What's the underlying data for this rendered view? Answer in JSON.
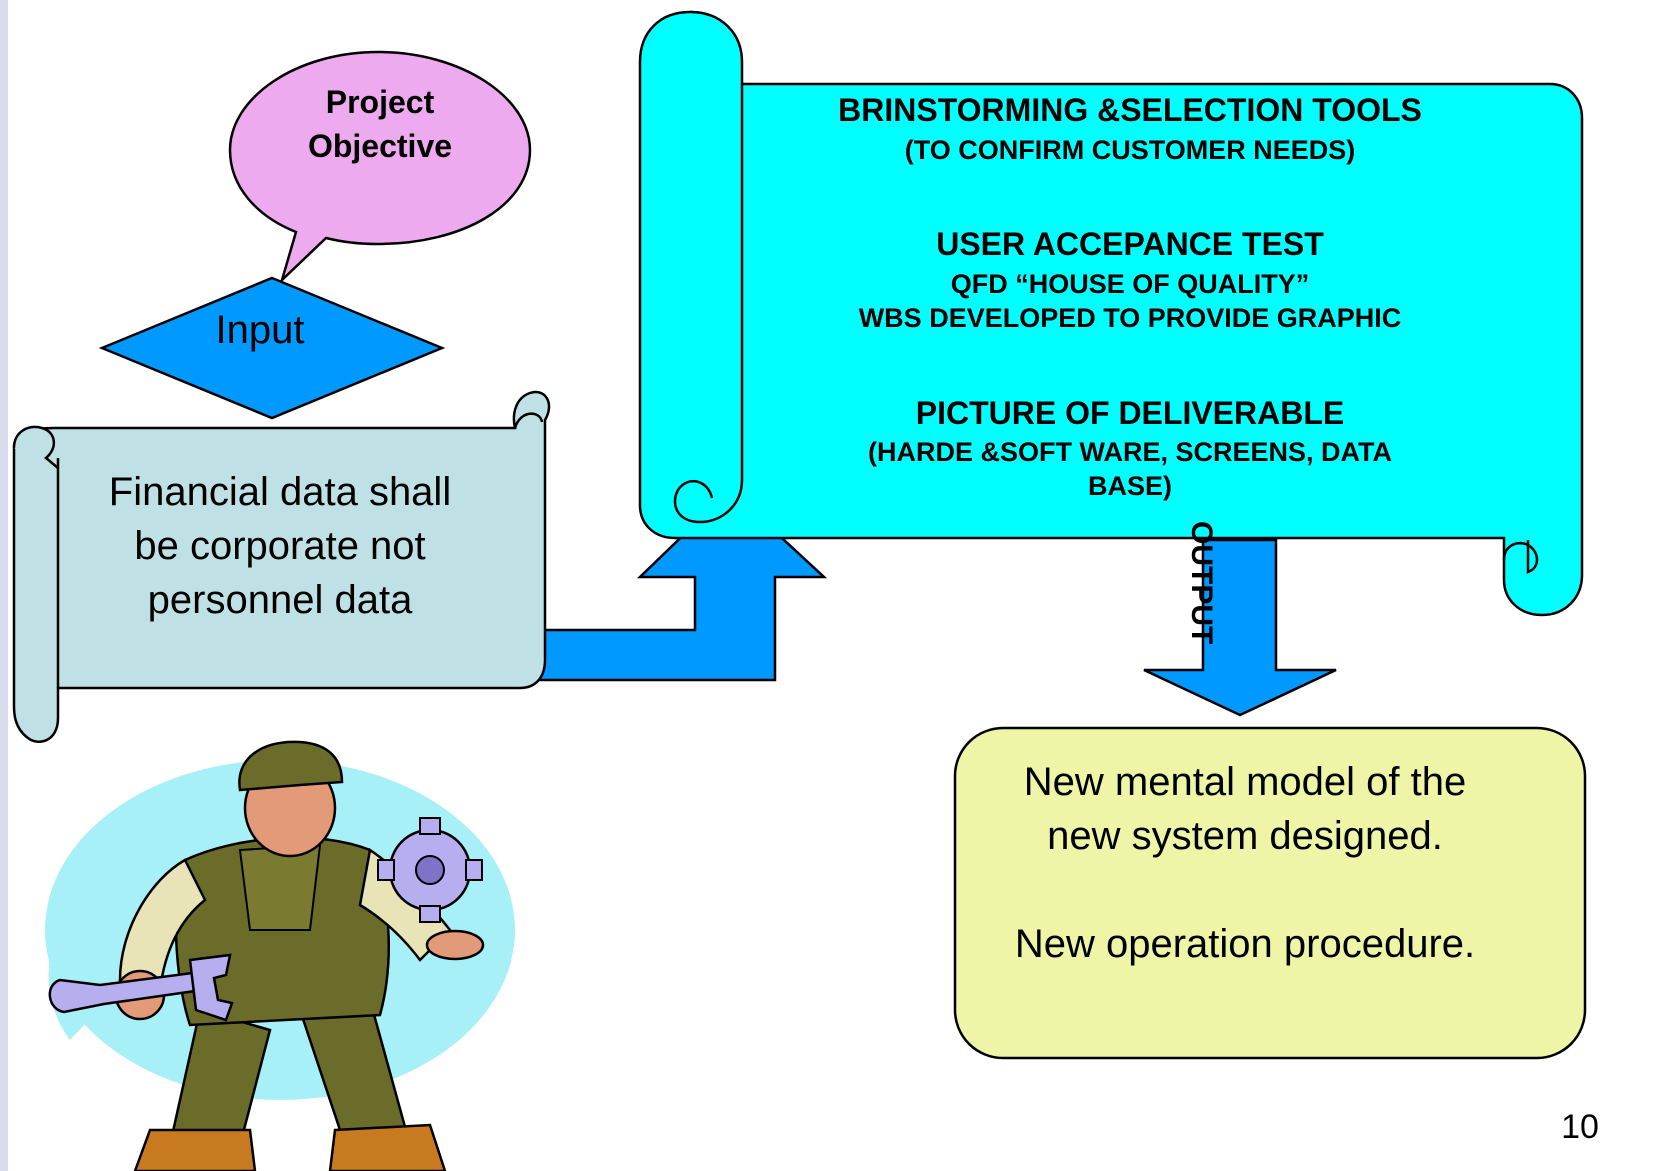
{
  "bubble": {
    "line1": "Project",
    "line2": "Objective"
  },
  "input_label": "Input",
  "financial_scroll": {
    "line1": "Financial data shall",
    "line2": "be corporate not",
    "line3": "personnel data"
  },
  "tools_scroll": {
    "line1": "BRINSTORMING &SELECTION TOOLS",
    "line2": "(TO CONFIRM CUSTOMER NEEDS)",
    "line3": "USER ACCEPANCE TEST",
    "line4": "QFD “HOUSE OF QUALITY”",
    "line5": "WBS DEVELOPED TO PROVIDE GRAPHIC",
    "line6": "PICTURE OF DELIVERABLE",
    "line7": "(HARDE &SOFT WARE, SCREENS, DATA",
    "line8": "BASE)"
  },
  "output_label": "OUTPUT",
  "result_box": {
    "line1": "New mental model of the",
    "line2": "new system designed.",
    "line3": "New operation procedure."
  },
  "page_number": "10",
  "colors": {
    "bubble_fill": "#eeaaee",
    "diamond_fill": "#0099ff",
    "arrow_fill": "#0099ff",
    "left_scroll_fill": "#bfe1e6",
    "right_scroll_fill": "#00ffff",
    "result_fill": "#eef5a6",
    "clipart_backdrop": "#a8f0f8"
  },
  "icons": [
    "speech-bubble",
    "diamond",
    "scroll",
    "bent-arrow-up",
    "arrow-down",
    "worker-clipart",
    "gear-icon",
    "wrench-icon"
  ]
}
